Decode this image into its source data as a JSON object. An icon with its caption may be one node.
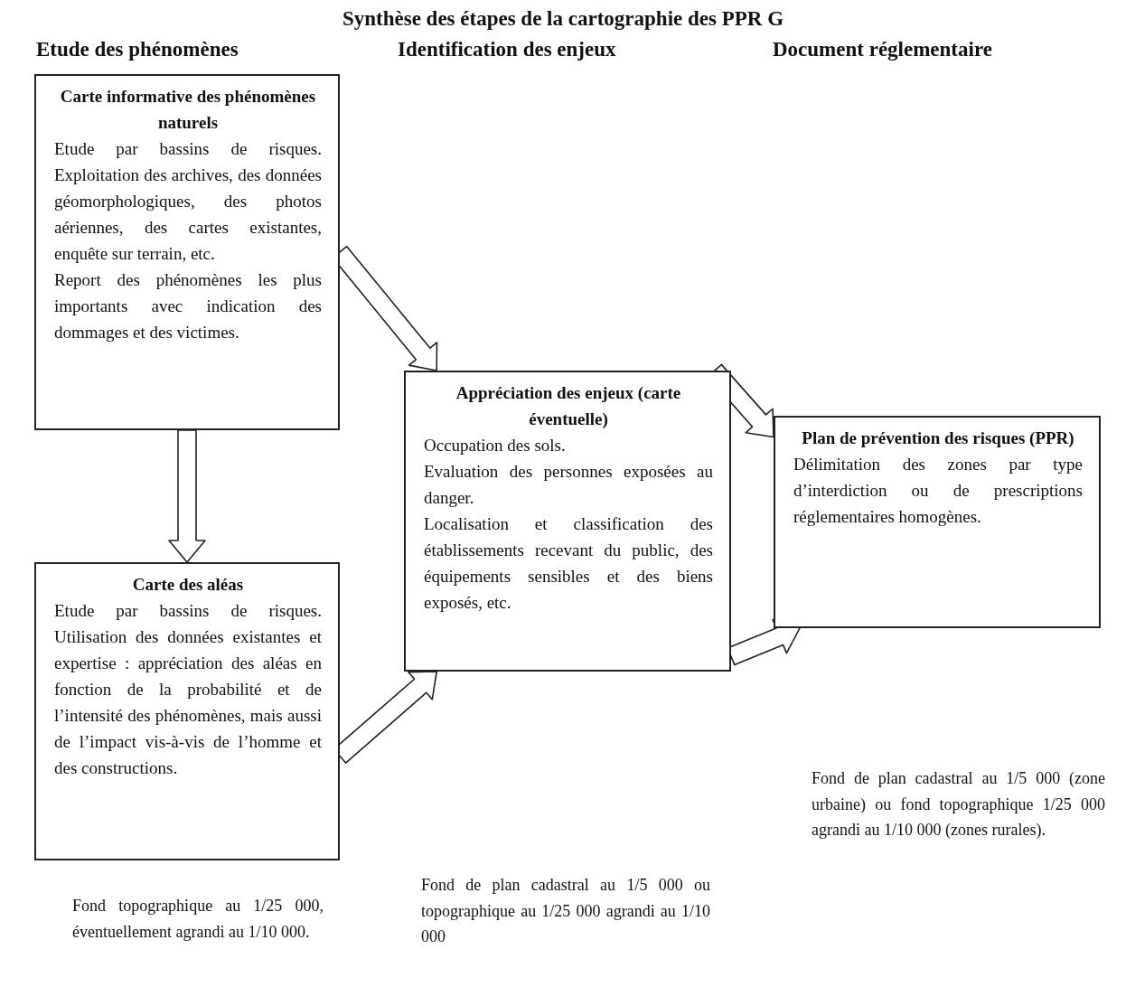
{
  "diagram": {
    "title": "Synthèse des étapes de la cartographie des PPR G",
    "nodes": [
      {
        "text": [
          "Carte informative des phénomènes naturels",
          "Etude par bassins de risques. Exploitation des archives, des données géomorphologiques, des photos aériennes, des cartes existantes, enquête sur terrain, etc.",
          "Report des phénomènes les plus importants avec indication des dommages et des victimes."
        ]
      },
      {
        "text": [
          "Carte des aléas",
          "Etude par bassins de risques. Utilisation des données existantes et expertise : appréciation des aléas en fonction de la probabilité et de l’intensité des phénomènes, mais aussi de l’impact vis-à-vis de l’homme et des constructions."
        ],
        "beside": [
          "Fond topographique au 1/25 000, éventuellement agrandi au 1/10 000."
        ]
      },
      {
        "text": [
          "Appréciation des enjeux (carte éventuelle)",
          "Occupation des sols.",
          "Evaluation des personnes exposées au danger.",
          "Localisation et classification des établissements recevant du public, des équipements sensibles et des biens exposés, etc."
        ]
      },
      {
        "text": [
          "Plan de prévention des risques (PPR)",
          "Délimitation des zones par type d’interdiction ou de prescriptions réglementaires homogènes."
        ]
      }
    ],
    "edges": [
      {
        "from": 0,
        "to": 1,
        "arrow": "to"
      },
      {
        "from": 0,
        "to": 2,
        "arrow": "to"
      },
      {
        "from": 1,
        "to": 2,
        "arrow": "to"
      },
      {
        "from": 2,
        "to": 3,
        "arrow": "to"
      },
      {
        "from": 2,
        "to": 3,
        "arrow": "to"
      }
    ],
    "labels": [
      "Etude des phénomènes",
      "Identification des enjeux",
      "Document réglementaire",
      "Fond de plan cadastral au 1/5 000 (zone urbaine) ou fond topographique 1/25 000 agrandi au 1/10 000 (zones rurales).",
      "Fond de plan cadastral au 1/5 000 ou topographique au 1/25 000 agrandi au 1/10 000"
    ]
  }
}
